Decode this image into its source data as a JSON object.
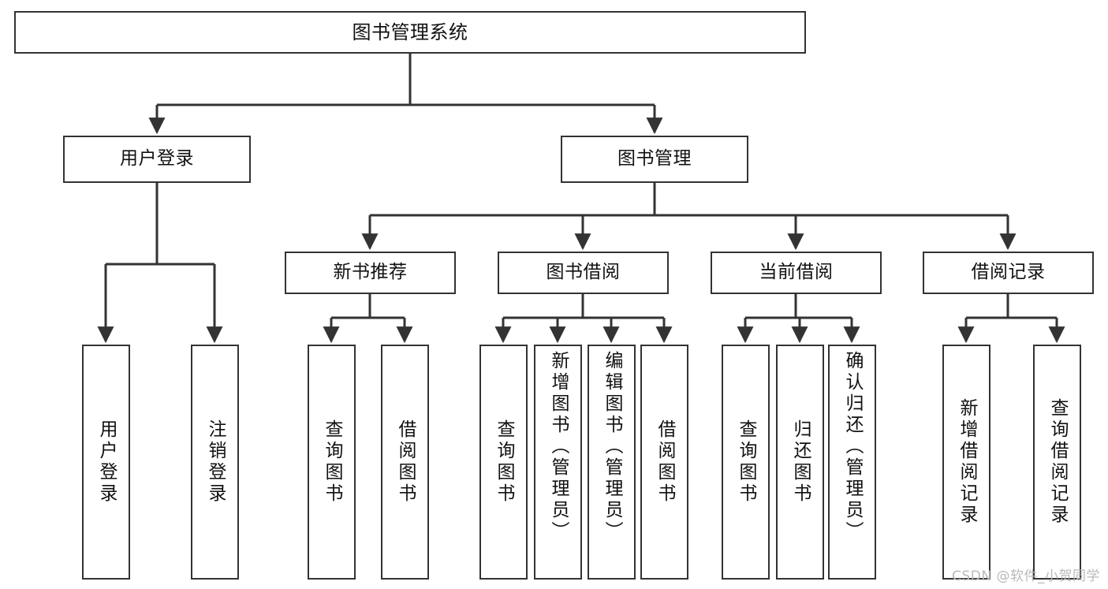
{
  "diagram": {
    "title": "图书管理系统",
    "type": "tree",
    "colors": {
      "box_border": "#333333",
      "box_fill": "#ffffff",
      "edge": "#333333",
      "text": "#111111",
      "watermark": "#b9b9b9"
    },
    "levels": {
      "root": "图书管理系统",
      "level2": [
        "用户登录",
        "图书管理"
      ],
      "level3": [
        "新书推荐",
        "图书借阅",
        "当前借阅",
        "借阅记录"
      ]
    },
    "nodes": {
      "root": {
        "label": "图书管理系统"
      },
      "user_login": {
        "label": "用户登录"
      },
      "book_manage": {
        "label": "图书管理"
      },
      "new_book_rec": {
        "label": "新书推荐"
      },
      "book_borrow": {
        "label": "图书借阅"
      },
      "current_borrow": {
        "label": "当前借阅"
      },
      "borrow_record": {
        "label": "借阅记录"
      },
      "leaf_user_login": {
        "label": "用户登录"
      },
      "leaf_logout": {
        "label": "注销登录"
      },
      "leaf_query_book_1": {
        "label": "查询图书"
      },
      "leaf_borrow_book_1": {
        "label": "借阅图书"
      },
      "leaf_query_book_2": {
        "label": "查询图书"
      },
      "leaf_add_book": {
        "label": "新增图书（管理员）"
      },
      "leaf_edit_book": {
        "label": "编辑图书（管理员）"
      },
      "leaf_borrow_book_2": {
        "label": "借阅图书"
      },
      "leaf_query_book_3": {
        "label": "查询图书"
      },
      "leaf_return_book": {
        "label": "归还图书"
      },
      "leaf_confirm_return": {
        "label": "确认归还（管理员）"
      },
      "leaf_add_record": {
        "label": "新增借阅记录"
      },
      "leaf_query_record": {
        "label": "查询借阅记录"
      }
    },
    "edges": [
      {
        "from": "root",
        "to": "user_login"
      },
      {
        "from": "root",
        "to": "book_manage"
      },
      {
        "from": "user_login",
        "to": "leaf_user_login"
      },
      {
        "from": "user_login",
        "to": "leaf_logout"
      },
      {
        "from": "book_manage",
        "to": "new_book_rec"
      },
      {
        "from": "book_manage",
        "to": "book_borrow"
      },
      {
        "from": "book_manage",
        "to": "current_borrow"
      },
      {
        "from": "book_manage",
        "to": "borrow_record"
      },
      {
        "from": "new_book_rec",
        "to": "leaf_query_book_1"
      },
      {
        "from": "new_book_rec",
        "to": "leaf_borrow_book_1"
      },
      {
        "from": "book_borrow",
        "to": "leaf_query_book_2"
      },
      {
        "from": "book_borrow",
        "to": "leaf_add_book"
      },
      {
        "from": "book_borrow",
        "to": "leaf_edit_book"
      },
      {
        "from": "book_borrow",
        "to": "leaf_borrow_book_2"
      },
      {
        "from": "current_borrow",
        "to": "leaf_query_book_3"
      },
      {
        "from": "current_borrow",
        "to": "leaf_return_book"
      },
      {
        "from": "current_borrow",
        "to": "leaf_confirm_return"
      },
      {
        "from": "borrow_record",
        "to": "leaf_add_record"
      },
      {
        "from": "borrow_record",
        "to": "leaf_query_record"
      }
    ]
  },
  "watermark": "CSDN @软件_小贺同学"
}
